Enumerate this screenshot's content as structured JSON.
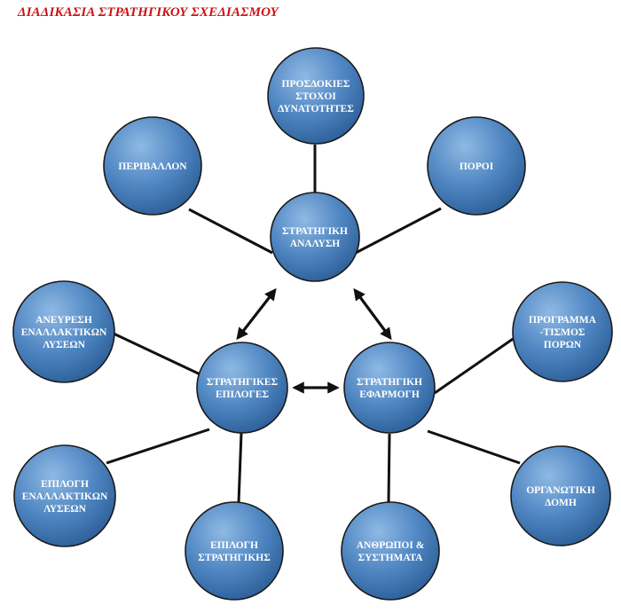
{
  "title": "ΔΙΑΔΙΚΑΣΙΑ ΣΤΡΑΤΗΓΙΚΟΥ ΣΧΕΔΙΑΣΜΟΥ",
  "colors": {
    "title": "#cc1111",
    "node_fill_light": "#8fb9e4",
    "node_fill_mid": "#4f86c2",
    "node_fill_dark": "#2c5e97",
    "node_stroke": "#1a1a1a",
    "connector": "#111111"
  },
  "nodes": [
    {
      "id": "analysis",
      "lines": [
        "ΣΤΡΑΤΗΓΙΚΗ",
        "ΑΝΑΛΥΣΗ"
      ]
    },
    {
      "id": "choices",
      "lines": [
        "ΣΤΡΑΤΗΓΙΚΕΣ",
        "ΕΠΙΛΟΓΕΣ"
      ]
    },
    {
      "id": "implementation",
      "lines": [
        "ΣΤΡΑΤΗΓΙΚΗ",
        "ΕΦΑΡΜΟΓΗ"
      ]
    },
    {
      "id": "expectations",
      "lines": [
        "ΠΡΟΣΔΟΚΙΕΣ",
        "ΣΤΟΧΟΙ",
        "ΔΥΝΑΤΟΤΗΤΕΣ"
      ]
    },
    {
      "id": "environment",
      "lines": [
        "ΠΕΡΙΒΑΛΛΟΝ"
      ]
    },
    {
      "id": "resources",
      "lines": [
        "ΠΟΡΟΙ"
      ]
    },
    {
      "id": "find-alternatives",
      "lines": [
        "ΑΝΕΥΡΕΣΗ",
        "ΕΝΑΛΛΑΚΤΙΚΩΝ",
        "ΛΥΣΕΩΝ"
      ]
    },
    {
      "id": "select-alternatives",
      "lines": [
        "ΕΠΙΛΟΓΗ",
        "ΕΝΑΛΛΑΚΤΙΚΩΝ",
        "ΛΥΣΕΩΝ"
      ]
    },
    {
      "id": "select-strategy",
      "lines": [
        "ΕΠΙΛΟΓΗ",
        "ΣΤΡΑΤΗΓΙΚΗΣ"
      ]
    },
    {
      "id": "resource-planning",
      "lines": [
        "ΠΡΟΓΡΑΜΜΑ",
        "-ΤΙΣΜΟΣ",
        "ΠΟΡΩΝ"
      ]
    },
    {
      "id": "people-systems",
      "lines": [
        "ΑΝΘΡΩΠΟΙ &",
        "ΣΥΣΤΗΜΑΤΑ"
      ]
    },
    {
      "id": "org-structure",
      "lines": [
        "ΟΡΓΑΝΩΤΙΚΗ",
        "ΔΟΜΗ"
      ]
    }
  ],
  "links": [
    {
      "from": "expectations",
      "to": "analysis",
      "arrow": false
    },
    {
      "from": "environment",
      "to": "analysis",
      "arrow": false
    },
    {
      "from": "resources",
      "to": "analysis",
      "arrow": false
    },
    {
      "from": "find-alternatives",
      "to": "choices",
      "arrow": false
    },
    {
      "from": "select-alternatives",
      "to": "choices",
      "arrow": false
    },
    {
      "from": "select-strategy",
      "to": "choices",
      "arrow": false
    },
    {
      "from": "resource-planning",
      "to": "implementation",
      "arrow": false
    },
    {
      "from": "people-systems",
      "to": "implementation",
      "arrow": false
    },
    {
      "from": "org-structure",
      "to": "implementation",
      "arrow": false
    },
    {
      "from": "analysis",
      "to": "choices",
      "arrow": true
    },
    {
      "from": "analysis",
      "to": "implementation",
      "arrow": true
    },
    {
      "from": "choices",
      "to": "implementation",
      "arrow": true
    }
  ]
}
